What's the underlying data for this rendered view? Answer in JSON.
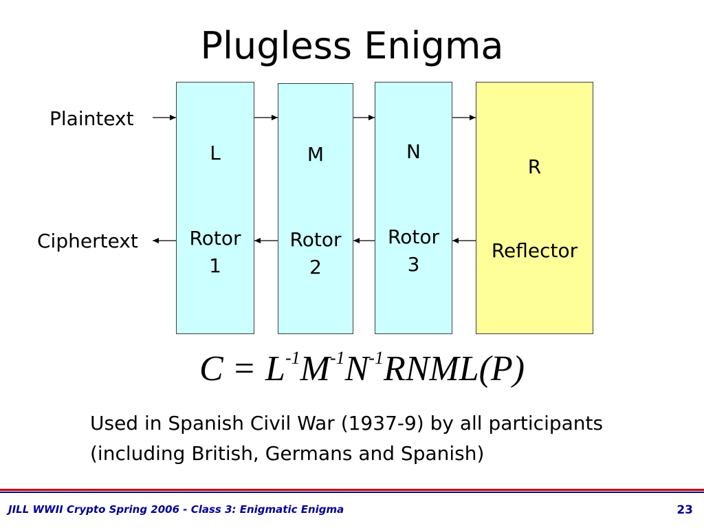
{
  "slide": {
    "title": "Plugless Enigma",
    "page_number": "23",
    "footer": "JILL WWII Crypto Spring 2006 - Class 3: Enigmatic Enigma"
  },
  "diagram": {
    "input_label": "Plaintext",
    "output_label": "Ciphertext",
    "components": [
      {
        "letter": "L",
        "name_line1": "Rotor",
        "name_line2": "1",
        "color": "#ccffff"
      },
      {
        "letter": "M",
        "name_line1": "Rotor",
        "name_line2": "2",
        "color": "#ccffff"
      },
      {
        "letter": "N",
        "name_line1": "Rotor",
        "name_line2": "3",
        "color": "#ccffff"
      },
      {
        "letter": "R",
        "name_line1": "Reflector",
        "name_line2": "",
        "color": "#ffff99"
      }
    ]
  },
  "formula": {
    "lhs": "C",
    "equals": "=",
    "terms": [
      {
        "base": "L",
        "exp": "-1"
      },
      {
        "base": "M",
        "exp": "-1"
      },
      {
        "base": "N",
        "exp": "-1"
      },
      {
        "base": "RNML(P)",
        "exp": ""
      }
    ]
  },
  "note": {
    "line1": "Used in Spanish Civil War (1937-9) by all participants",
    "line2": "(including British, Germans and Spanish)"
  },
  "colors": {
    "footer_text": "#000099",
    "footer_rule_red": "#cc0000",
    "footer_rule_blue": "#000099"
  }
}
